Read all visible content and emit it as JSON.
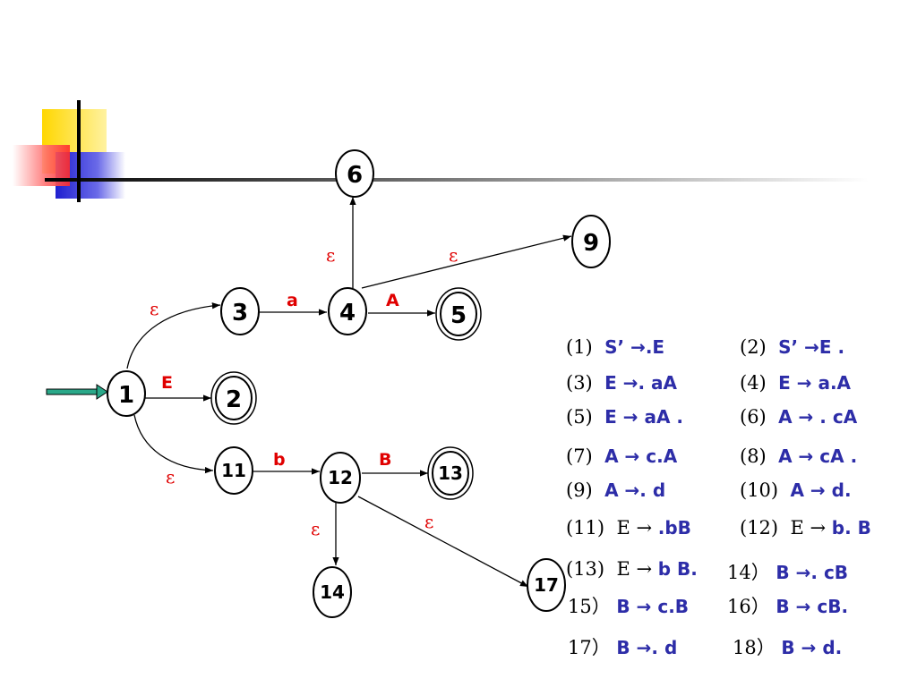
{
  "colors": {
    "deco_yellow": "#ffd700",
    "deco_red": "#ff2a2a",
    "deco_blue": "#2020d0",
    "start_arrow": "#2aa889",
    "edge_label": "#e00000",
    "production_text": "#2d2da8"
  },
  "nodes": {
    "n1": "1",
    "n2": "2",
    "n3": "3",
    "n4": "4",
    "n5": "5",
    "n6": "6",
    "n9": "9",
    "n11": "11",
    "n12": "12",
    "n13": "13",
    "n14": "14",
    "n17": "17"
  },
  "edges": {
    "e1_3": "ε",
    "e1_2": "E",
    "e1_11": "ε",
    "e3_4": "a",
    "e4_5": "A",
    "e4_6": "ε",
    "e4_9": "ε",
    "e11_12": "b",
    "e12_13": "B",
    "e12_14": "ε",
    "e12_17": "ε"
  },
  "items": [
    {
      "num": "(1)",
      "prod": "S’ →.E"
    },
    {
      "num": "(2)",
      "prod": "S’ →E ."
    },
    {
      "num": "(3)",
      "prod": "E →. aA"
    },
    {
      "num": "(4)",
      "prod": "E → a.A"
    },
    {
      "num": "(5)",
      "prod": "E → aA ."
    },
    {
      "num": "(6)",
      "prod": "A → . cA"
    },
    {
      "num": "(7)",
      "prod": "A → c.A"
    },
    {
      "num": "(8)",
      "prod": "A → cA ."
    },
    {
      "num": "(9)",
      "prod": "A →. d"
    },
    {
      "num": "(10)",
      "prod": "A → d."
    },
    {
      "num": "(11)",
      "lhs": "E →",
      "prod": ".bB"
    },
    {
      "num": "(12)",
      "lhs": "E →",
      "prod": "b. B"
    },
    {
      "num": "(13)",
      "lhs": "E →",
      "prod": "b B."
    },
    {
      "num": "14）",
      "prod": "B →. cB"
    },
    {
      "num": "15）",
      "prod": "B → c.B"
    },
    {
      "num": "16）",
      "prod": "B → cB."
    },
    {
      "num": "17）",
      "prod": "B  →. d"
    },
    {
      "num": "18）",
      "prod": "B  → d."
    }
  ]
}
